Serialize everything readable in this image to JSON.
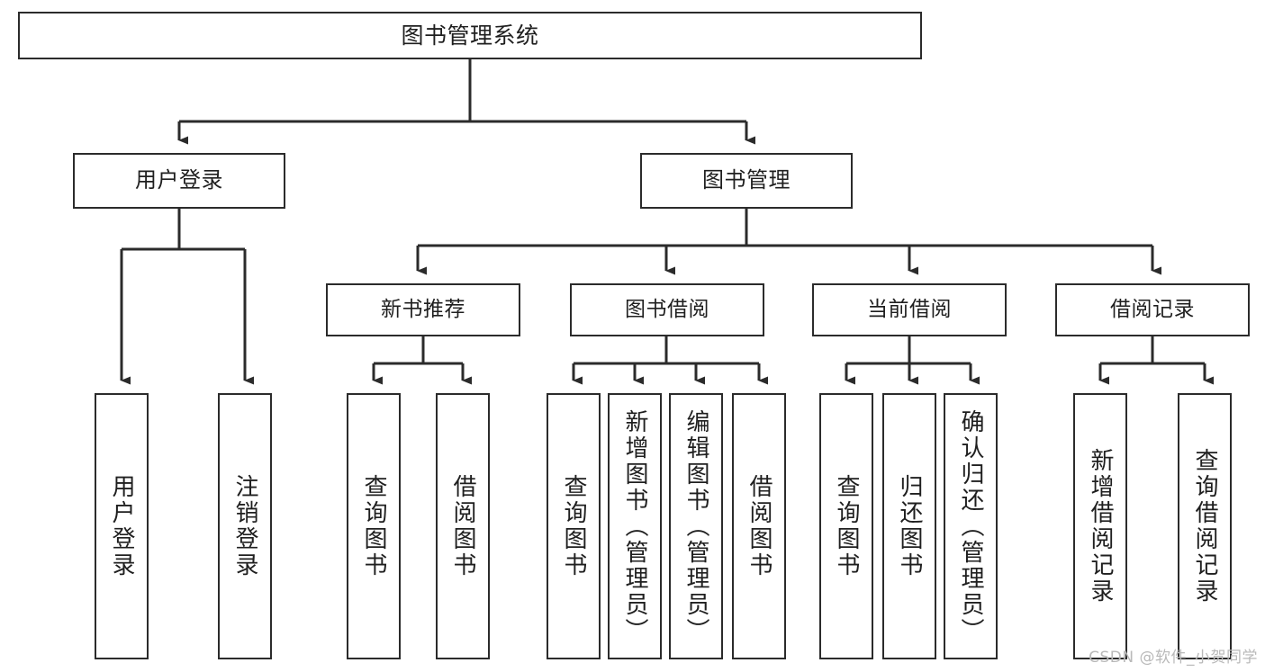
{
  "diagram": {
    "title": "图书管理系统",
    "type": "tree-hierarchy",
    "watermark": "CSDN @软件_小贺同学",
    "colors": {
      "background": "#ffffff",
      "box_border": "#2b2b2b",
      "box_fill": "#ffffff",
      "text": "#1f1f1f",
      "connector": "#2b2b2b",
      "watermark": "#b9b9b9"
    },
    "nodes": {
      "root": {
        "label": "图书管理系统"
      },
      "level1": [
        {
          "label": "用户登录"
        },
        {
          "label": "图书管理"
        }
      ],
      "level2": [
        {
          "label": "新书推荐"
        },
        {
          "label": "图书借阅"
        },
        {
          "label": "当前借阅"
        },
        {
          "label": "借阅记录"
        }
      ],
      "leaves": {
        "user_login": [
          {
            "label": "用户登录"
          },
          {
            "label": "注销登录"
          }
        ],
        "new_book_recommend": [
          {
            "label": "查询图书"
          },
          {
            "label": "借阅图书"
          }
        ],
        "book_borrow": [
          {
            "label": "查询图书"
          },
          {
            "label": "新增图书（管理员）"
          },
          {
            "label": "编辑图书（管理员）"
          },
          {
            "label": "借阅图书"
          }
        ],
        "current_borrow": [
          {
            "label": "查询图书"
          },
          {
            "label": "归还图书"
          },
          {
            "label": "确认归还（管理员）"
          }
        ],
        "borrow_record": [
          {
            "label": "新增借阅记录"
          },
          {
            "label": "查询借阅记录"
          }
        ]
      }
    }
  }
}
